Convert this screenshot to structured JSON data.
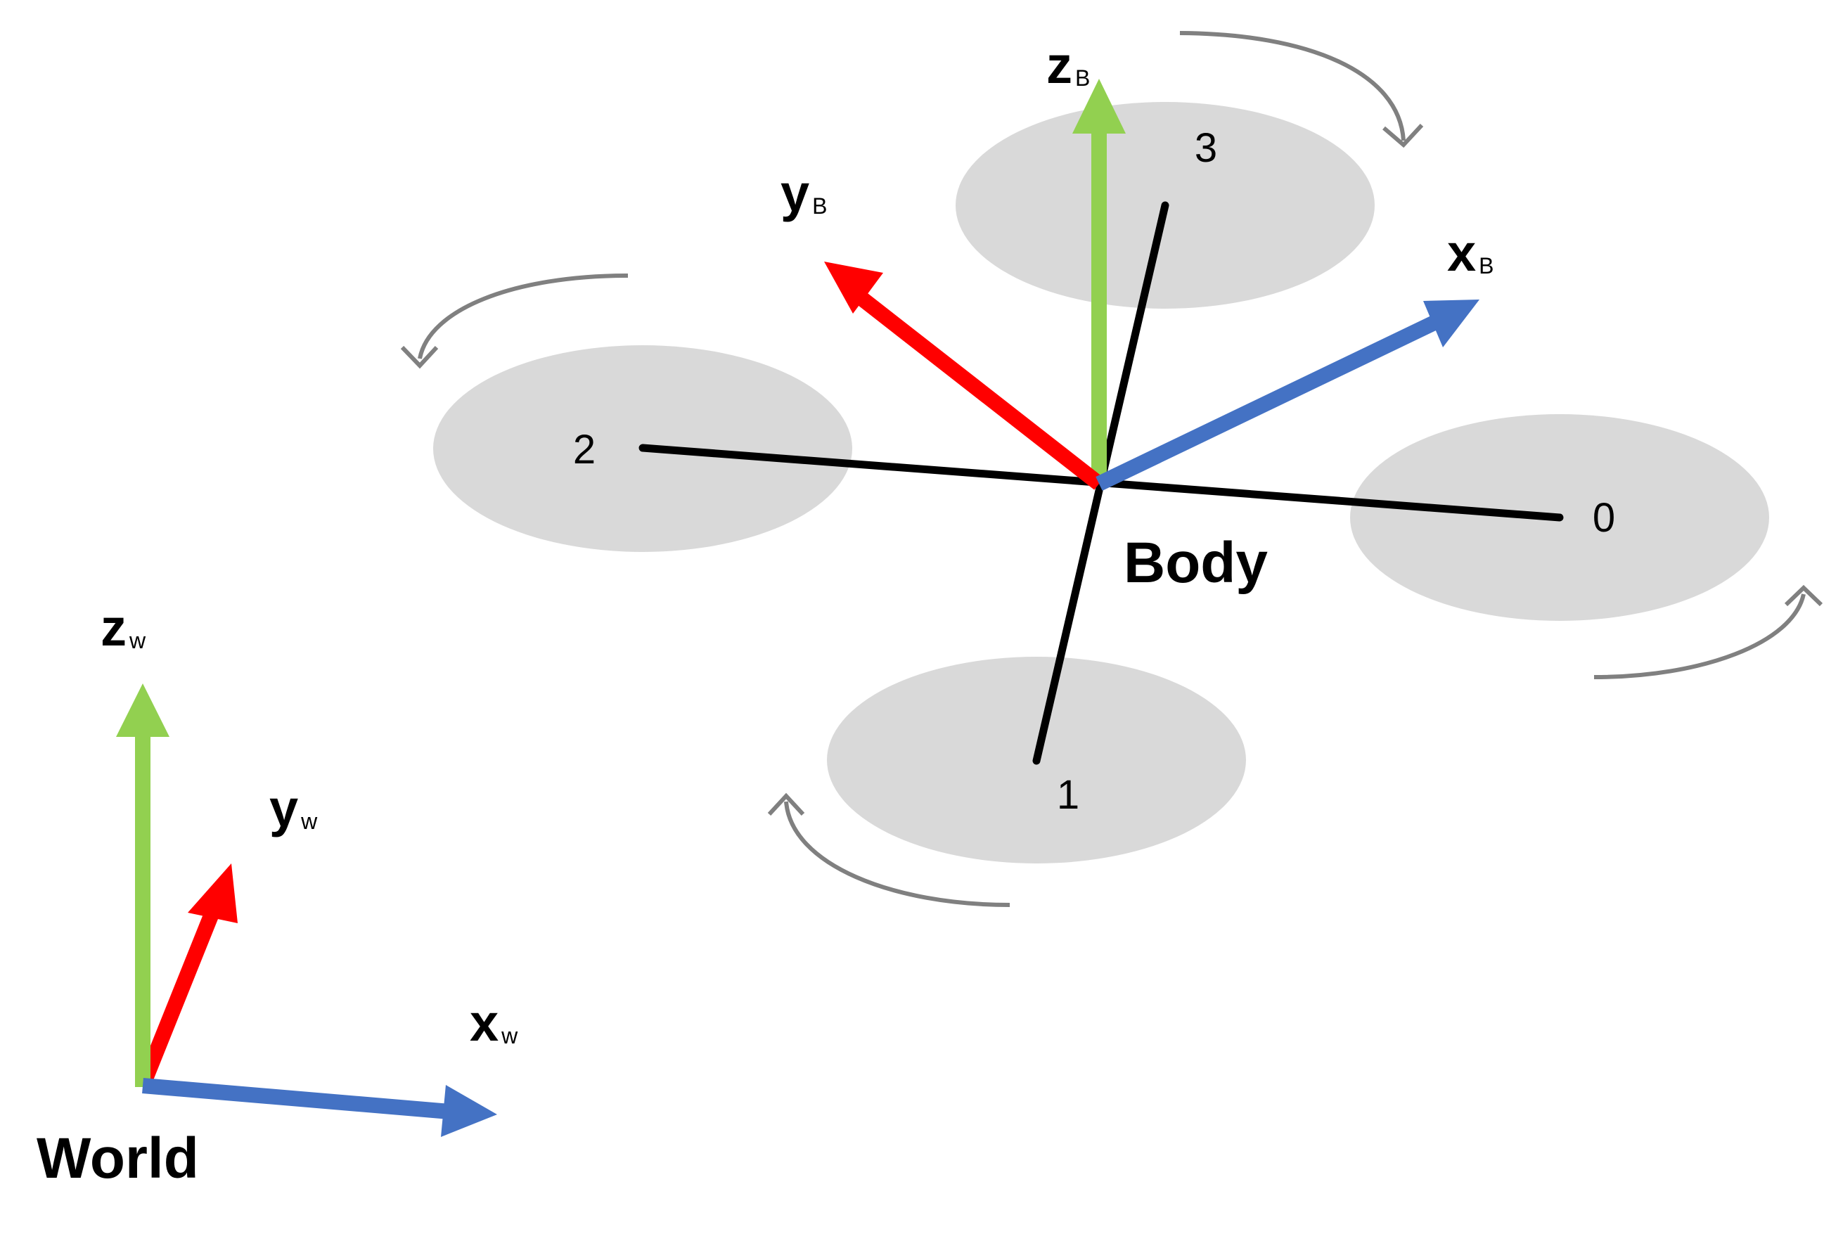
{
  "colors": {
    "x_axis": "#4472c4",
    "y_axis": "#ff0000",
    "z_axis": "#92d050",
    "arm": "#000000",
    "rotor_fill": "#d9d9d9",
    "rotation_arrow": "#808080"
  },
  "body_frame": {
    "label": "Body",
    "x_axis": {
      "main": "x",
      "sub": "B"
    },
    "y_axis": {
      "main": "y",
      "sub": "B"
    },
    "z_axis": {
      "main": "z",
      "sub": "B"
    }
  },
  "world_frame": {
    "label": "World",
    "x_axis": {
      "main": "x",
      "sub": "w"
    },
    "y_axis": {
      "main": "y",
      "sub": "w"
    },
    "z_axis": {
      "main": "z",
      "sub": "w"
    }
  },
  "rotors": [
    {
      "label": "0",
      "rotation": "counter-clockwise"
    },
    {
      "label": "1",
      "rotation": "clockwise"
    },
    {
      "label": "2",
      "rotation": "counter-clockwise"
    },
    {
      "label": "3",
      "rotation": "clockwise"
    }
  ]
}
